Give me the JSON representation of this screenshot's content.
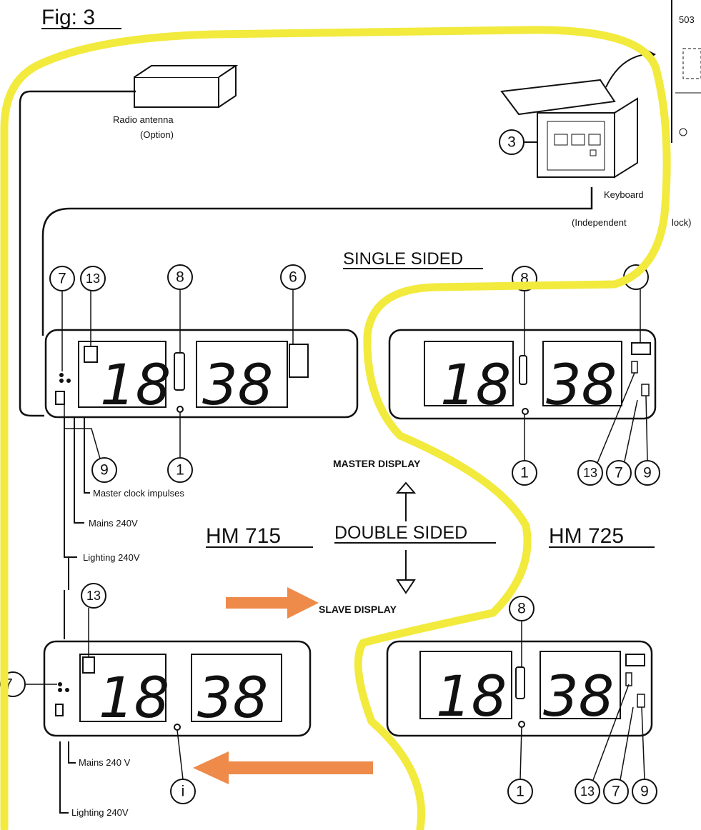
{
  "figure_title": "Fig: 3",
  "accent": {
    "highlight": "#f2ea3c",
    "arrow": "#ee8a4a",
    "ink": "#111111"
  },
  "top": {
    "antenna": "Radio   antenna",
    "option": "(Option)",
    "keyboard": "Keyboard",
    "independent": "(Independent",
    "clock_partial": "lock)",
    "partial_top_right": "503"
  },
  "sections": {
    "single": "SINGLE SIDED",
    "double": "DOUBLE SIDED",
    "master": "MASTER  DISPLAY",
    "slave": "SLAVE   DISPLAY"
  },
  "models": {
    "left": "HM  715",
    "right": "HM  725"
  },
  "wiring": {
    "master_impulses": "Master  clock  impulses",
    "mains_top": "Mains 240V",
    "lighting_top": "Lighting 240V",
    "mains_bottom": "Mains 240 V",
    "lighting_bottom": "Lighting  240V"
  },
  "displays": {
    "hours": "18",
    "minutes": "38"
  },
  "callouts": {
    "c3": "3",
    "c7": "7",
    "c13": "13",
    "c8": "8",
    "c6": "6",
    "c9": "9",
    "c1": "1",
    "c1i": "i"
  }
}
